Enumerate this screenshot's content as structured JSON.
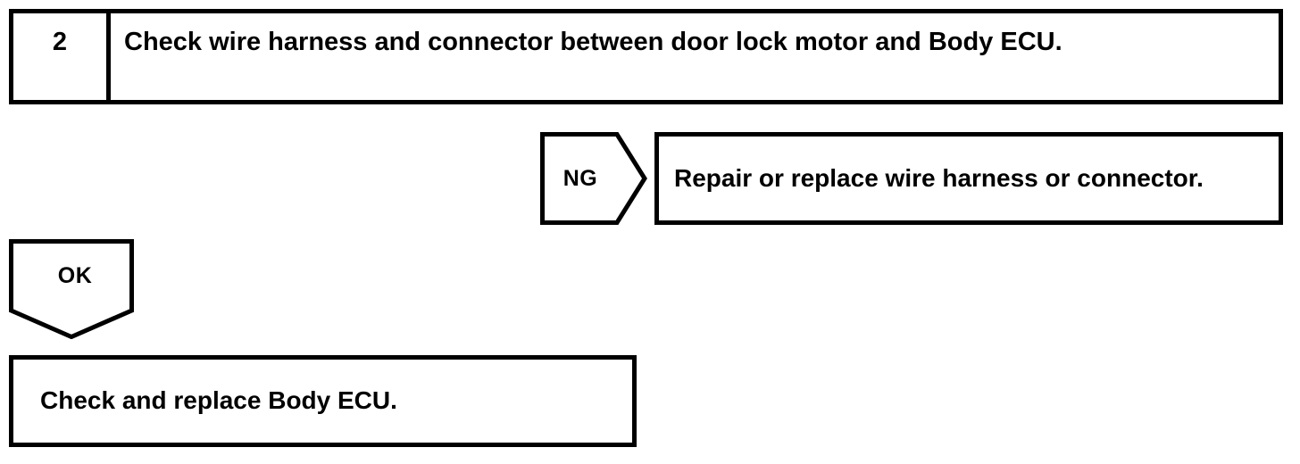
{
  "diagram": {
    "type": "troubleshooting-flowchart",
    "stroke_color": "#000000",
    "background_color": "#ffffff",
    "step": {
      "number": "2",
      "instruction": "Check wire harness and connector between door lock motor and Body ECU."
    },
    "branches": [
      {
        "tag": "NG",
        "result": "Repair or replace wire harness or connector.",
        "direction": "right"
      },
      {
        "tag": "OK",
        "result": "Check and replace Body ECU.",
        "direction": "down"
      }
    ]
  }
}
